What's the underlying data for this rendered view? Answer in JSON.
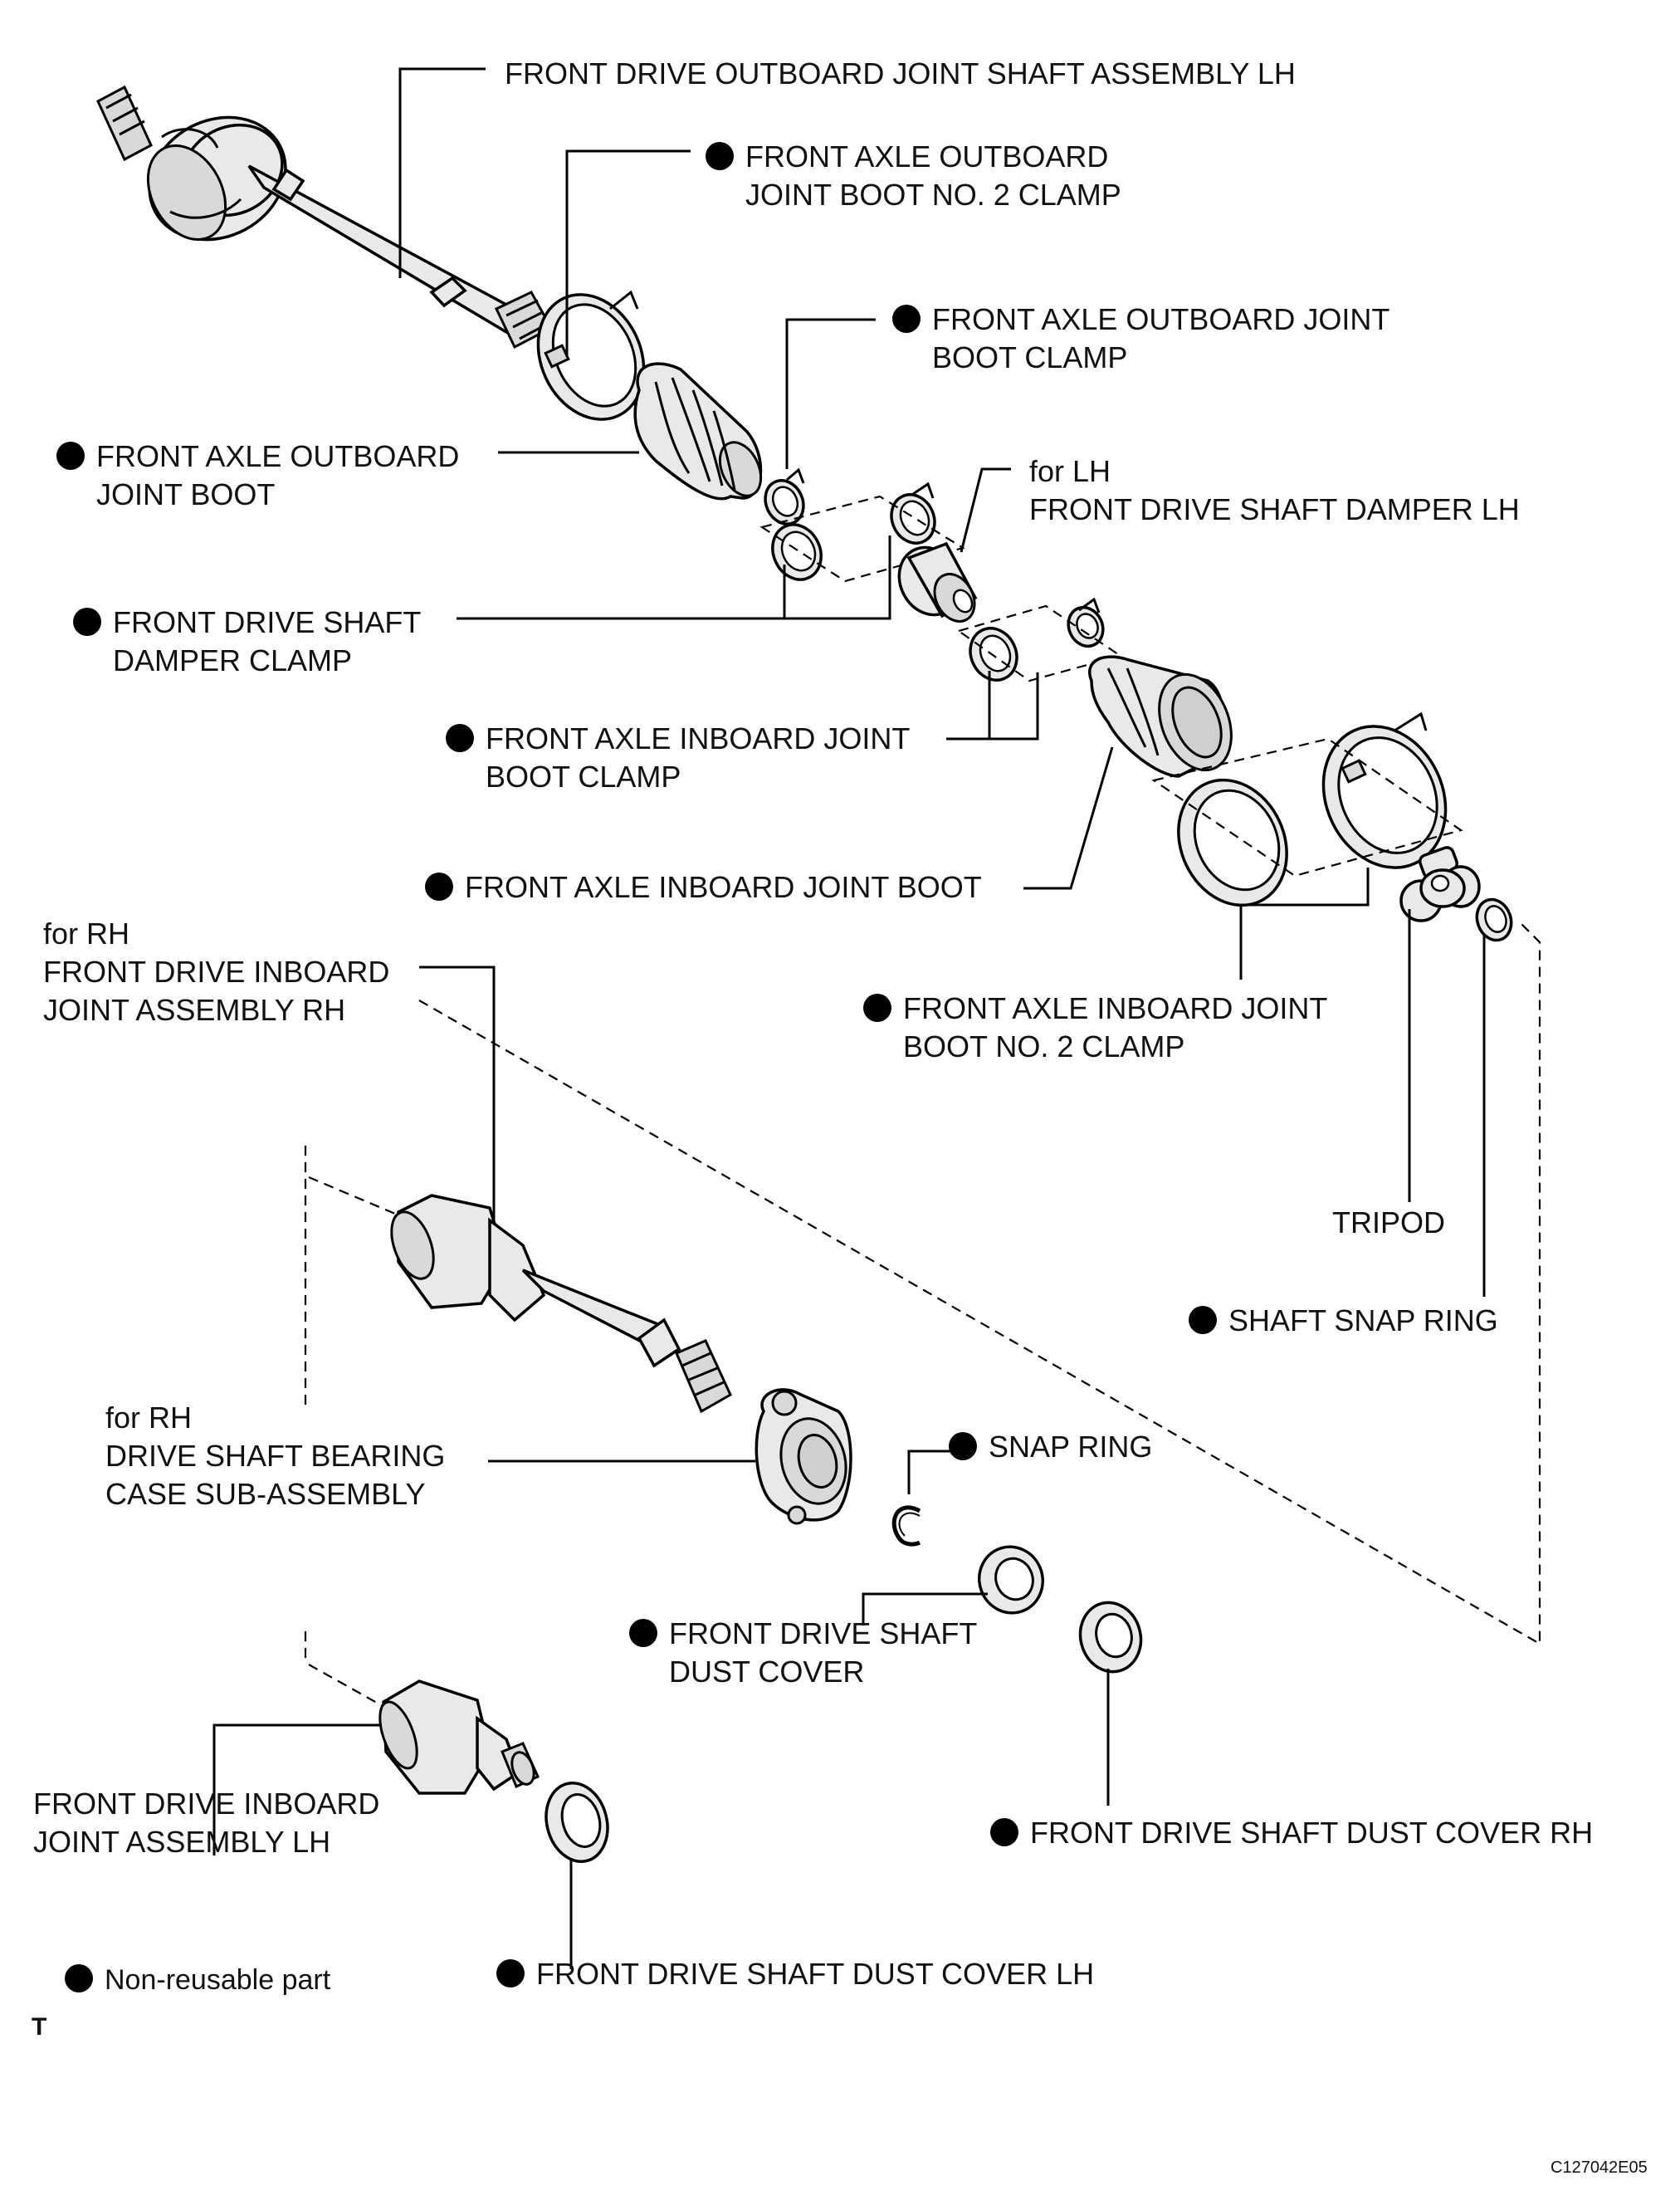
{
  "labels": {
    "outboard_shaft": "FRONT DRIVE OUTBOARD JOINT SHAFT ASSEMBLY LH",
    "outboard_boot_no2_clamp": [
      "FRONT AXLE OUTBOARD",
      "JOINT BOOT NO. 2 CLAMP"
    ],
    "outboard_boot_clamp": [
      "FRONT AXLE OUTBOARD JOINT",
      "BOOT CLAMP"
    ],
    "outboard_boot": [
      "FRONT AXLE OUTBOARD",
      "JOINT BOOT"
    ],
    "damper_lh": [
      "for LH",
      "FRONT DRIVE SHAFT DAMPER LH"
    ],
    "damper_clamp": [
      "FRONT DRIVE SHAFT",
      "DAMPER CLAMP"
    ],
    "inboard_boot_clamp": [
      "FRONT AXLE INBOARD JOINT",
      "BOOT CLAMP"
    ],
    "inboard_boot": "FRONT AXLE INBOARD JOINT BOOT",
    "inboard_boot_no2_clamp": [
      "FRONT AXLE INBOARD JOINT",
      "BOOT NO. 2 CLAMP"
    ],
    "inboard_joint_rh": [
      "for RH",
      "FRONT DRIVE INBOARD",
      "JOINT ASSEMBLY RH"
    ],
    "tripod": "TRIPOD",
    "shaft_snap_ring": "SHAFT SNAP RING",
    "bearing_case": [
      "for RH",
      "DRIVE SHAFT BEARING",
      "CASE SUB-ASSEMBLY"
    ],
    "snap_ring": "SNAP RING",
    "dust_cover": [
      "FRONT DRIVE SHAFT",
      "DUST COVER"
    ],
    "dust_cover_rh": "FRONT DRIVE SHAFT DUST COVER RH",
    "inboard_joint_lh": [
      "FRONT DRIVE INBOARD",
      "JOINT ASSEMBLY LH"
    ],
    "dust_cover_lh": "FRONT DRIVE SHAFT DUST COVER LH",
    "legend": "Non-reusable part",
    "corner_mark": "T",
    "figure_code": "C127042E05"
  },
  "colors": {
    "ink": "#000000",
    "part_fill": "#e9e9e9",
    "background": "#ffffff"
  },
  "legend_icon": "filled-circle"
}
